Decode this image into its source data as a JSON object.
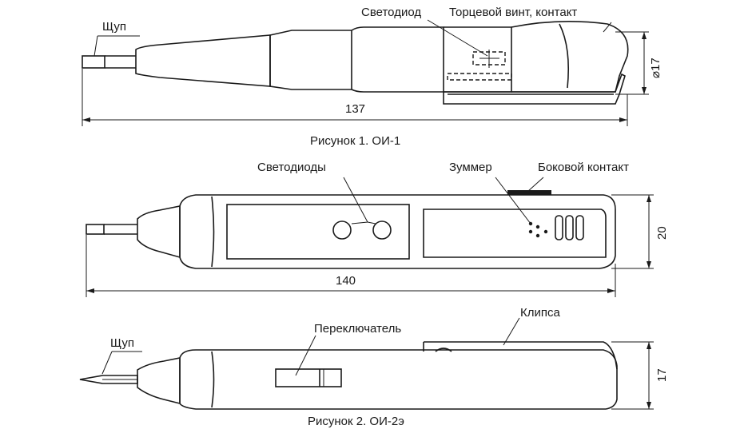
{
  "figure1": {
    "label_probe": "Щуп",
    "label_led": "Светодиод",
    "label_end_screw": "Торцевой винт, контакт",
    "dim_diameter": "⌀17",
    "dim_length": "137",
    "caption": "Рисунок 1. ОИ-1"
  },
  "figure_middle": {
    "label_leds": "Светодиоды",
    "label_buzzer": "Зуммер",
    "label_side_contact": "Боковой контакт",
    "dim_height": "20",
    "dim_length": "140"
  },
  "figure2": {
    "label_probe": "Щуп",
    "label_switch": "Переключатель",
    "label_clip": "Клипса",
    "dim_height": "17",
    "caption": "Рисунок 2. ОИ-2э"
  }
}
